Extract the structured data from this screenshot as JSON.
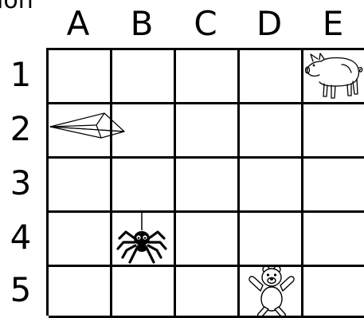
{
  "header": {
    "partial_text": "ion"
  },
  "columns": [
    "A",
    "B",
    "C",
    "D",
    "E"
  ],
  "rows": [
    "1",
    "2",
    "3",
    "4",
    "5"
  ],
  "items": [
    {
      "name": "pig",
      "column": "E",
      "row": "1"
    },
    {
      "name": "paper-airplane",
      "column": "A",
      "row": "2"
    },
    {
      "name": "spider",
      "column": "B",
      "row": "4"
    },
    {
      "name": "teddy-bear",
      "column": "D",
      "row": "5"
    }
  ]
}
